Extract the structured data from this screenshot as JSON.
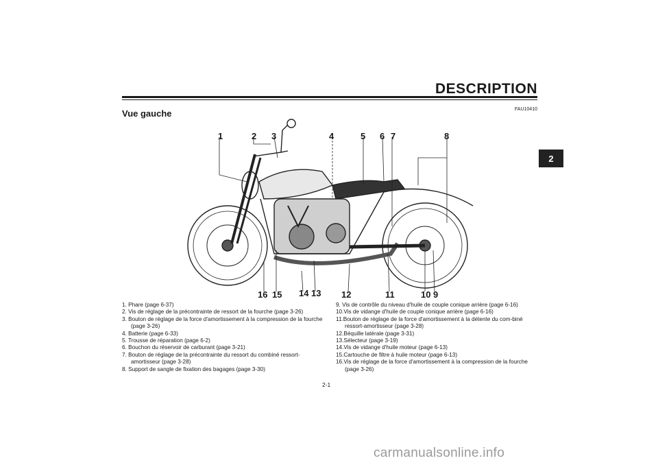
{
  "header": {
    "title": "DESCRIPTION",
    "code": "FAU10410"
  },
  "section": {
    "subtitle": "Vue gauche",
    "tab_number": "2"
  },
  "callouts": {
    "c1": "1",
    "c2": "2",
    "c3": "3",
    "c4": "4",
    "c5": "5",
    "c6": "6",
    "c7": "7",
    "c8": "8",
    "c9": "9",
    "c10": "10",
    "c11": "11",
    "c12": "12",
    "c13": "13",
    "c14": "14",
    "c15": "15",
    "c16": "16"
  },
  "legend_left": [
    "1. Phare (page 6-37)",
    "2. Vis de réglage de la précontrainte de ressort de la fourche (page 3-26)",
    "3. Bouton de réglage de la force d'amortissement à la compression de la fourche (page 3-26)",
    "4. Batterie (page 6-33)",
    "5. Trousse de réparation (page 6-2)",
    "6. Bouchon du réservoir de carburant (page 3-21)",
    "7. Bouton de réglage de la précontrainte du ressort du combiné ressort-amortisseur (page 3-28)",
    "8. Support de sangle de fixation des bagages (page 3-30)"
  ],
  "legend_right": [
    "9. Vis de contrôle du niveau d'huile de couple conique arrière (page 6-16)",
    "10.Vis de vidange d'huile de couple conique arrière (page 6-16)",
    "11.Bouton de réglage de la force d'amortissement à la détente du com-biné ressort-amortisseur (page 3-28)",
    "12.Béquille latérale (page 3-31)",
    "13.Sélecteur (page 3-19)",
    "14.Vis de vidange d'huile moteur (page 6-13)",
    "15.Cartouche de filtre à huile moteur (page 6-13)",
    "16.Vis de réglage de la force d'amortissement à la compression de la fourche (page 3-26)"
  ],
  "footer": {
    "page_number": "2-1",
    "watermark": "carmanualsonline.info"
  }
}
